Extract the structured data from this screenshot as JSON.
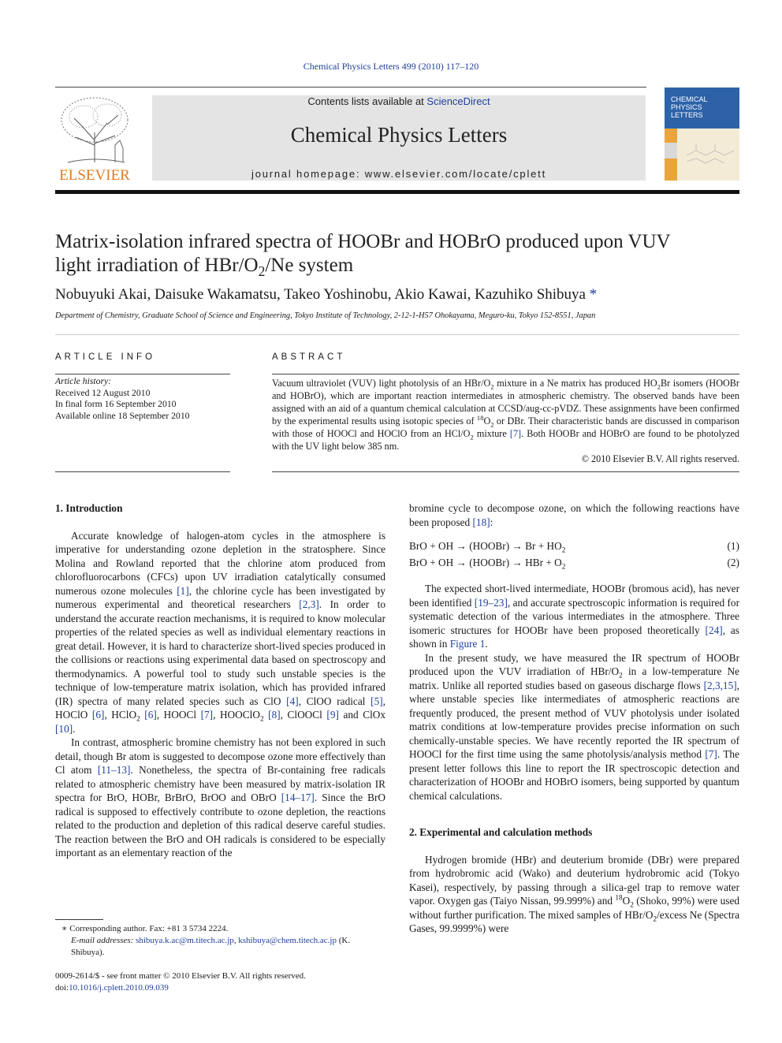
{
  "header": {
    "citation": "Chemical Physics Letters 499 (2010) 117–120",
    "contents_prefix": "Contents lists available at ",
    "contents_link": "ScienceDirect",
    "journal_name": "Chemical Physics Letters",
    "homepage_prefix": "journal homepage: ",
    "homepage_url": "www.elsevier.com/locate/cplett",
    "publisher_logo_text": "ELSEVIER",
    "cover_text": [
      "CHEMICAL",
      "PHYSICS",
      "LETTERS"
    ]
  },
  "article": {
    "title_line1": "Matrix-isolation infrared spectra of HOOBr and HOBrO produced upon VUV",
    "title_line2_a": "light irradiation of HBr/O",
    "title_line2_sub": "2",
    "title_line2_b": "/Ne system",
    "authors": "Nobuyuki Akai, Daisuke Wakamatsu, Takeo Yoshinobu, Akio Kawai, Kazuhiko Shibuya",
    "corresponding_mark": "*",
    "affiliation": "Department of Chemistry, Graduate School of Science and Engineering, Tokyo Institute of Technology, 2-12-1-H57 Ohokayama, Meguro-ku, Tokyo 152-8551, Japan"
  },
  "article_info": {
    "heading": "ARTICLE INFO",
    "history_label": "Article history:",
    "received": "Received 12 August 2010",
    "final_form": "In final form 16 September 2010",
    "online": "Available online 18 September 2010"
  },
  "abstract": {
    "heading": "ABSTRACT",
    "t1": "Vacuum ultraviolet (VUV) light photolysis of an HBr/O",
    "t2": " mixture in a Ne matrix has produced HO",
    "t3": "Br isomers (HOOBr and HOBrO), which are important reaction intermediates in atmospheric chemistry. The observed bands have been assigned with an aid of a quantum chemical calculation at CCSD/aug-cc-pVDZ. These assignments have been confirmed by the experimental results using isotopic species of ",
    "t4": "O",
    "t5": " or DBr. Their characteristic bands are discussed in comparison with those of HOOCl and HOClO from an HCl/O",
    "t6": " mixture ",
    "t7": ". Both HOOBr and HOBrO are found to be photolyzed with the UV light below 385 nm.",
    "sub2": "2",
    "sup18": "18",
    "ref7": "[7]",
    "copyright": "© 2010 Elsevier B.V. All rights reserved."
  },
  "intro": {
    "heading": "1. Introduction",
    "p1_a": "Accurate knowledge of halogen-atom cycles in the atmosphere is imperative for understanding ozone depletion in the stratosphere. Since Molina and Rowland reported that the chlorine atom produced from chlorofluorocarbons (CFCs) upon UV irradiation catalytically consumed numerous ozone molecules ",
    "r1": "[1]",
    "p1_b": ", the chlorine cycle has been investigated by numerous experimental and theoretical researchers ",
    "r23": "[2,3]",
    "p1_c": ". In order to understand the accurate reaction mechanisms, it is required to know molecular properties of the related species as well as individual elementary reactions in great detail. However, it is hard to characterize short-lived species produced in the collisions or reactions using experimental data based on spectroscopy and thermodynamics. A powerful tool to study such unstable species is the technique of low-temperature matrix isolation, which has provided infrared (IR) spectra of many related species such as ClO ",
    "r4": "[4]",
    "p1_d": ", ClOO radical ",
    "r5": "[5]",
    "p1_e": ", HOClO ",
    "r6": "[6]",
    "p1_f": ", HClO",
    "p1_g": " ",
    "p1_h": ", HOOCl ",
    "r7": "[7]",
    "p1_i": ", HOOClO",
    "p1_j": " ",
    "r8": "[8]",
    "p1_k": ", ClOOCl ",
    "r9": "[9]",
    "p1_l": " and ClOx ",
    "r10": "[10]",
    "p1_m": ".",
    "p2_a": "In contrast, atmospheric bromine chemistry has not been explored in such detail, though Br atom is suggested to decompose ozone more effectively than Cl atom ",
    "r1113": "[11–13]",
    "p2_b": ". Nonetheless, the spectra of Br-containing free radicals related to atmospheric chemistry have been measured by matrix-isolation IR spectra for BrO, HOBr, BrBrO, BrOO and OBrO ",
    "r1417": "[14–17]",
    "p2_c": ". Since the BrO radical is supposed to effectively contribute to ozone depletion, the reactions related to the production and depletion of this radical deserve careful studies. The reaction between the BrO and OH radicals is considered to be especially important as an elementary reaction of the",
    "sub2": "2"
  },
  "right_col": {
    "p0_a": "bromine cycle to decompose ozone, on which the following reactions have been proposed ",
    "r18": "[18]",
    "p0_b": ":",
    "eq1": "BrO + OH → (HOOBr) → Br + HO",
    "eq1_sub": "2",
    "eq1_num": "(1)",
    "eq2": "BrO + OH → (HOOBr) → HBr + O",
    "eq2_sub": "2",
    "eq2_num": "(2)",
    "p1_a": "The expected short-lived intermediate, HOOBr (bromous acid), has never been identified ",
    "r1923": "[19–23]",
    "p1_b": ", and accurate spectroscopic information is required for systematic detection of the various intermediates in the atmosphere. Three isomeric structures for HOOBr have been proposed theoretically ",
    "r24": "[24]",
    "p1_c": ", as shown in ",
    "fig1": "Figure 1",
    "p1_d": ".",
    "p2_a": "In the present study, we have measured the IR spectrum of HOOBr produced upon the VUV irradiation of HBr/O",
    "p2_b": " in a low-temperature Ne matrix. Unlike all reported studies based on gaseous discharge flows ",
    "r2315": "[2,3,15]",
    "p2_c": ", where unstable species like intermediates of atmospheric reactions are frequently produced, the present method of VUV photolysis under isolated matrix conditions at low-temperature provides precise information on such chemically-unstable species. We have recently reported the IR spectrum of HOOCl for the first time using the same photolysis/analysis method ",
    "r7": "[7]",
    "p2_d": ". The present letter follows this line to report the IR spectroscopic detection and characterization of HOOBr and HOBrO isomers, being supported by quantum chemical calculations.",
    "heading2": "2. Experimental and calculation methods",
    "p3_a": "Hydrogen bromide (HBr) and deuterium bromide (DBr) were prepared from hydrobromic acid (Wako) and deuterium hydrobromic acid (Tokyo Kasei), respectively, by passing through a silica-gel trap to remove water vapor. Oxygen gas (Taiyo Nissan, 99.999%) and ",
    "p3_sup": "18",
    "p3_b": "O",
    "p3_c": " (Shoko, 99%) were used without further purification. The mixed samples of HBr/O",
    "p3_d": "/excess Ne (Spectra Gases, 99.9999%) were",
    "sub2": "2"
  },
  "footer": {
    "star": "∗",
    "corresponding": " Corresponding author. Fax: +81 3 5734 2224.",
    "email_label": "E-mail addresses: ",
    "email1": "shibuya.k.ac@m.titech.ac.jp",
    "comma": ", ",
    "email2": "kshibuya@chem.titech.ac.jp",
    "email_tail": " (K. Shibuya).",
    "issn": "0009-2614/$ - see front matter © 2010 Elsevier B.V. All rights reserved.",
    "doi_label": "doi:",
    "doi": "10.1016/j.cplett.2010.09.039"
  }
}
